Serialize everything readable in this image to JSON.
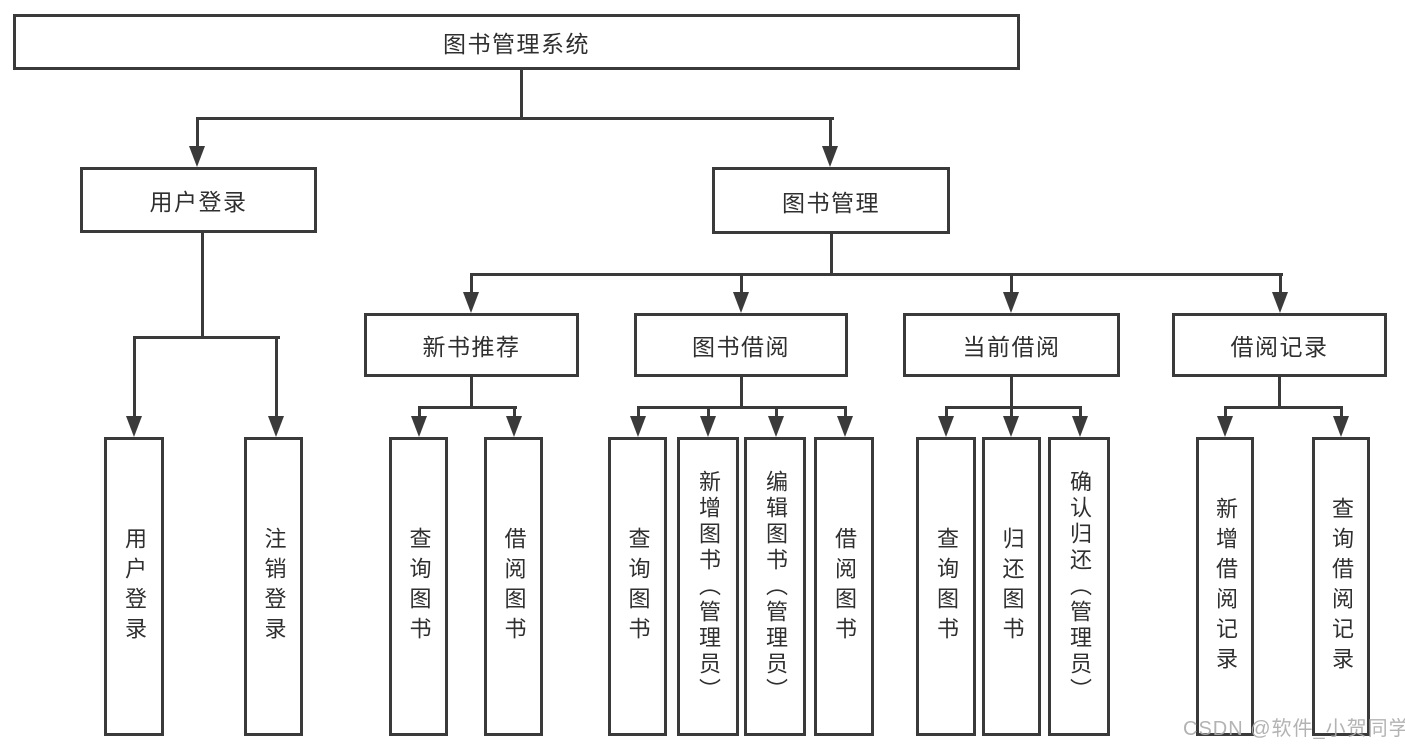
{
  "diagram": {
    "tree": {
      "label": "图书管理系统",
      "children": [
        {
          "label": "用户登录",
          "children": [
            {
              "label": "用户登录"
            },
            {
              "label": "注销登录"
            }
          ]
        },
        {
          "label": "图书管理",
          "children": [
            {
              "label": "新书推荐",
              "children": [
                {
                  "label": "查询图书"
                },
                {
                  "label": "借阅图书"
                }
              ]
            },
            {
              "label": "图书借阅",
              "children": [
                {
                  "label": "查询图书"
                },
                {
                  "label": "新增图书（管理员）"
                },
                {
                  "label": "编辑图书（管理员）"
                },
                {
                  "label": "借阅图书"
                }
              ]
            },
            {
              "label": "当前借阅",
              "children": [
                {
                  "label": "查询图书"
                },
                {
                  "label": "归还图书"
                },
                {
                  "label": "确认归还（管理员）"
                }
              ]
            },
            {
              "label": "借阅记录",
              "children": [
                {
                  "label": "新增借阅记录"
                },
                {
                  "label": "查询借阅记录"
                }
              ]
            }
          ]
        }
      ]
    },
    "watermark": "CSDN @软件_小贺同学",
    "colors": {
      "line": "#3a3a3a",
      "text": "#2f2f2f",
      "watermark": "#acacac",
      "background": "#ffffff"
    }
  }
}
